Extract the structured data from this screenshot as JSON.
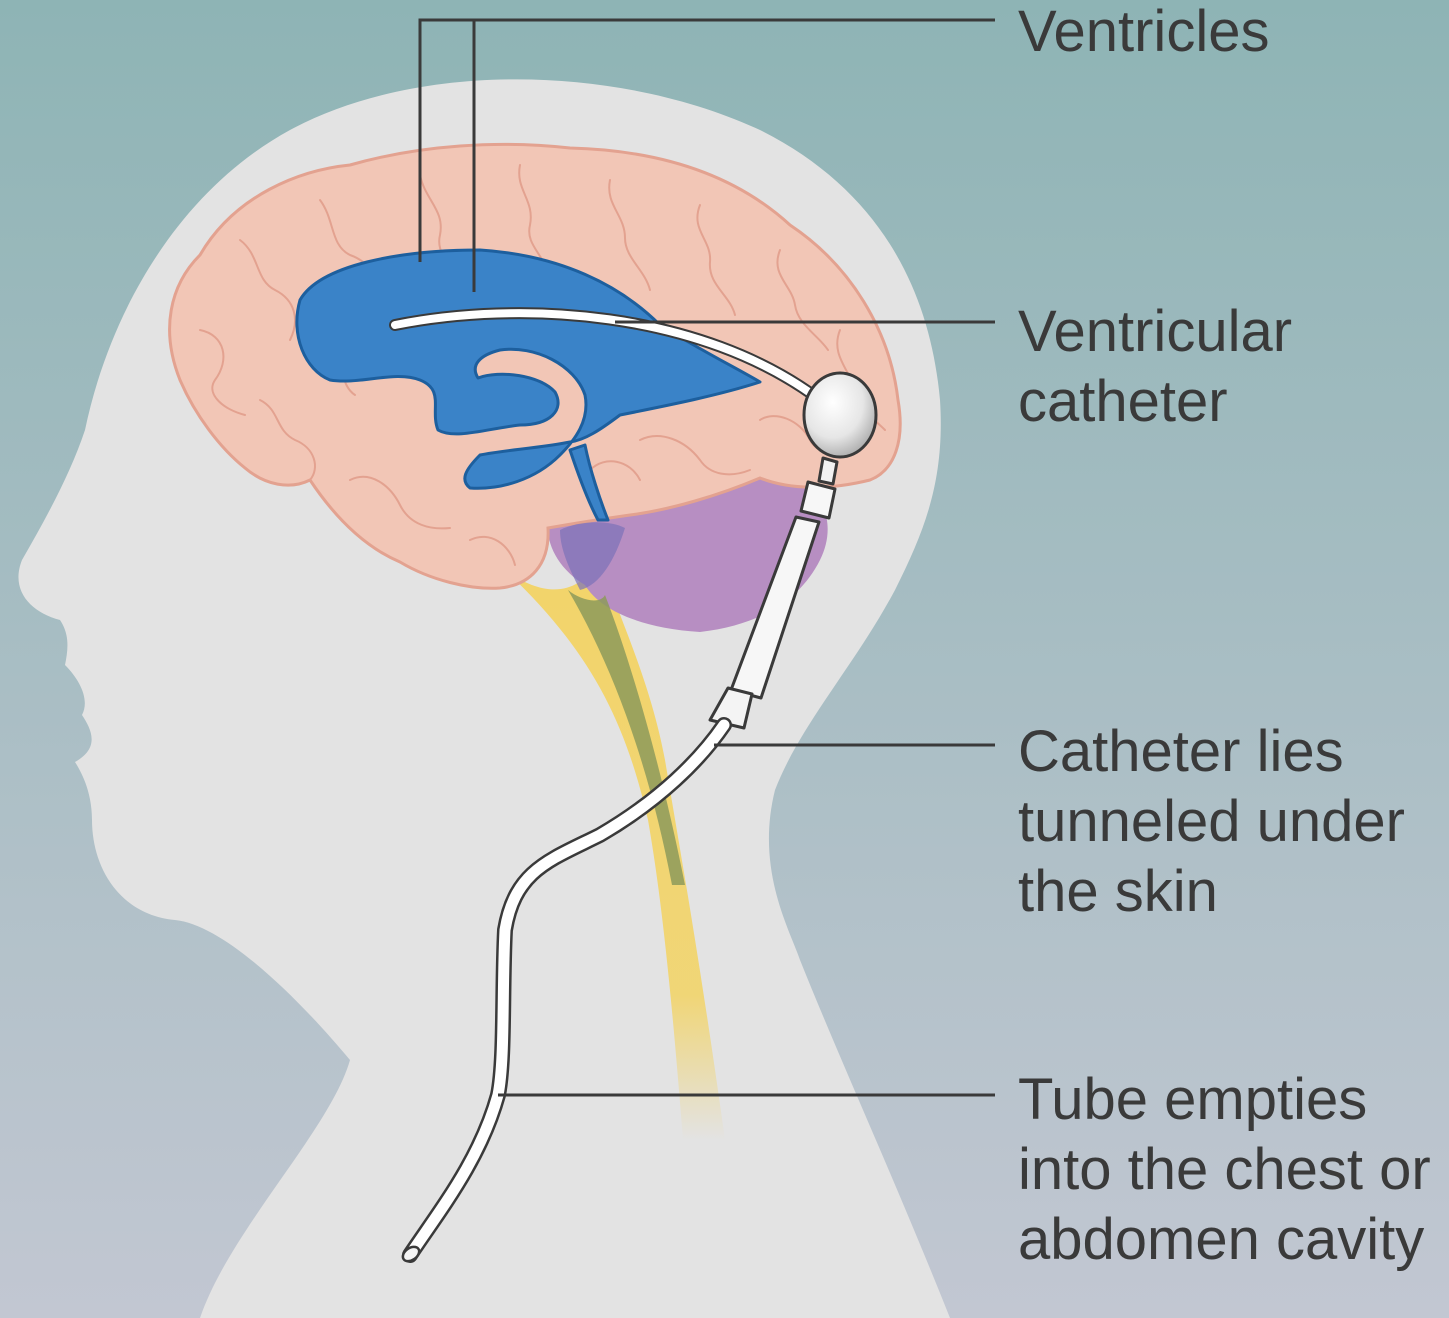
{
  "colors": {
    "background_top": "#8eb4b5",
    "background_bottom": "#c2c7d2",
    "head_silhouette": "#e3e3e3",
    "brain": "#f2c6b6",
    "brain_outline": "#e3a290",
    "ventricles": "#3a83c8",
    "ventricles_outline": "#1d5f9e",
    "cerebellum": "#b78ec2",
    "spinal_cord": "#f2d46a",
    "catheter": "#ffffff",
    "leader_lines": "#3a3a3a",
    "label_text": "#3a3a3a"
  },
  "labels": {
    "ventricles": [
      "Ventricles"
    ],
    "ventricular_catheter": [
      "Ventricular",
      "catheter"
    ],
    "catheter_tunneled": [
      "Catheter lies",
      "tunneled under",
      "the skin"
    ],
    "tube_empties": [
      "Tube empties",
      "into the chest or",
      "abdomen cavity"
    ]
  }
}
